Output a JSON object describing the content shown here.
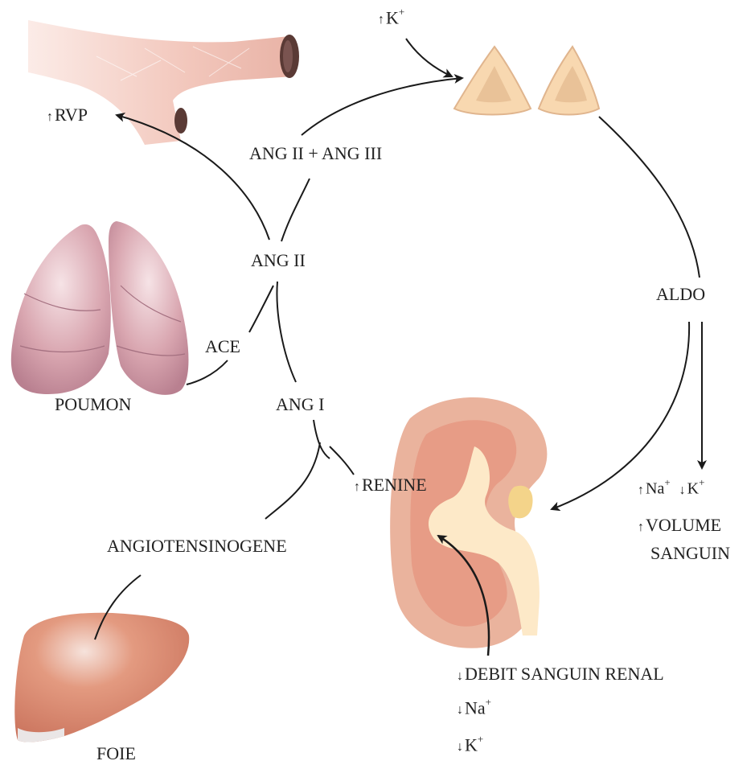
{
  "labels": {
    "k_top": "K",
    "k_top_sup": "+",
    "rvp": "RVP",
    "ang2_ang3": "ANG II + ANG III",
    "ang2": "ANG II",
    "aldo": "ALDO",
    "ace": "ACE",
    "poumon": "POUMON",
    "ang1": "ANG I",
    "renine": "RENINE",
    "na": "Na",
    "na_sup": "+",
    "k_right": "K",
    "k_right_sup": "+",
    "volume": "VOLUME",
    "sanguin": "SANGUIN",
    "angiotensinogene": "ANGIOTENSINOGENE",
    "debit": "DEBIT SANGUIN RENAL",
    "na_bottom": "Na",
    "na_bottom_sup": "+",
    "k_bottom": "K",
    "k_bottom_sup": "+",
    "foie": "FOIE"
  },
  "arrows": {
    "up": "↑",
    "down": "↓"
  },
  "colors": {
    "vessel": "#f0c1b4",
    "vessel_dark": "#5a3a35",
    "adrenal": "#f8d8b0",
    "lung": "#d9a4ad",
    "liver": "#d9876b",
    "kidney_cortex": "#eab39d",
    "kidney_medulla": "#e79c86",
    "kidney_pelvis": "#fde9c8",
    "line": "#1a1a1a"
  }
}
